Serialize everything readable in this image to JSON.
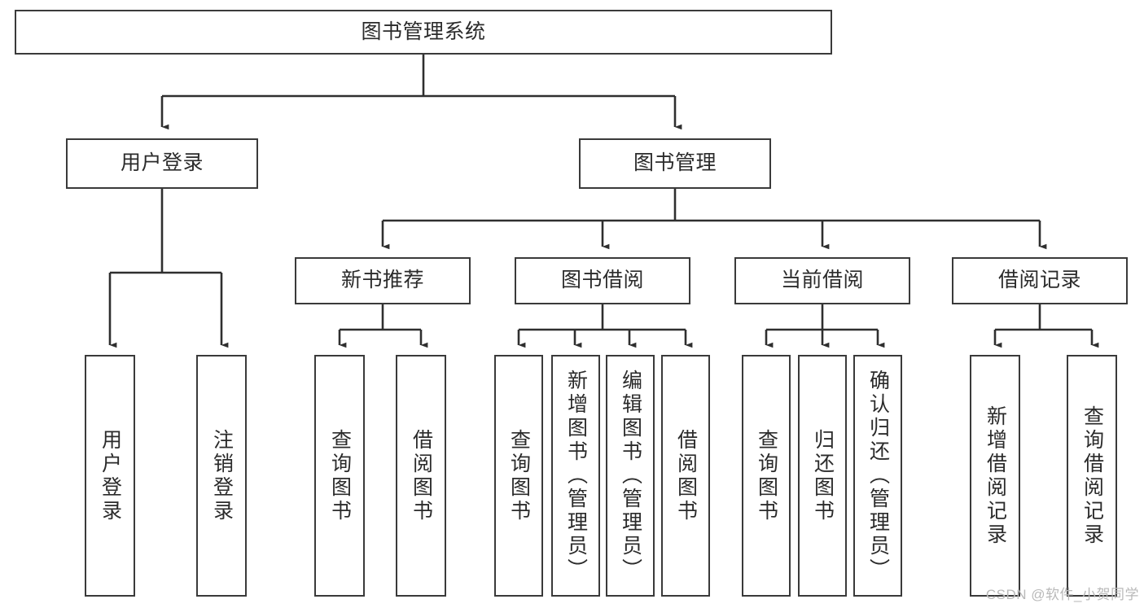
{
  "diagram": {
    "type": "hierarchy-tree",
    "title": "图书管理系统",
    "watermark": "CSDN @软件_小贺同学",
    "colors": {
      "box_border": "#3a3a3a",
      "box_fill": "#ffffff",
      "connector": "#2f2f2f",
      "text": "#2b2b2b",
      "watermark": "#b9b9b9"
    },
    "nodes": {
      "root": {
        "label": "图书管理系统",
        "level": 0,
        "orientation": "horizontal"
      },
      "user_login": {
        "label": "用户登录",
        "level": 1,
        "orientation": "horizontal"
      },
      "book_manage": {
        "label": "图书管理",
        "level": 1,
        "orientation": "horizontal"
      },
      "new_book_rec": {
        "label": "新书推荐",
        "level": 2,
        "orientation": "horizontal"
      },
      "book_borrow": {
        "label": "图书借阅",
        "level": 2,
        "orientation": "horizontal"
      },
      "current_borrow": {
        "label": "当前借阅",
        "level": 2,
        "orientation": "horizontal"
      },
      "borrow_record": {
        "label": "借阅记录",
        "level": 2,
        "orientation": "horizontal"
      },
      "leaf_user_login": {
        "label": "用户登录",
        "level": 3,
        "orientation": "vertical"
      },
      "leaf_logout": {
        "label": "注销登录",
        "level": 3,
        "orientation": "vertical"
      },
      "leaf_query_book_1": {
        "label": "查询图书",
        "level": 3,
        "orientation": "vertical"
      },
      "leaf_borrow_book_1": {
        "label": "借阅图书",
        "level": 3,
        "orientation": "vertical"
      },
      "leaf_query_book_2": {
        "label": "查询图书",
        "level": 3,
        "orientation": "vertical"
      },
      "leaf_add_book": {
        "label": "新增图书（管理员）",
        "level": 3,
        "orientation": "vertical"
      },
      "leaf_edit_book": {
        "label": "编辑图书（管理员）",
        "level": 3,
        "orientation": "vertical"
      },
      "leaf_borrow_book_2": {
        "label": "借阅图书",
        "level": 3,
        "orientation": "vertical"
      },
      "leaf_query_book_3": {
        "label": "查询图书",
        "level": 3,
        "orientation": "vertical"
      },
      "leaf_return_book": {
        "label": "归还图书",
        "level": 3,
        "orientation": "vertical"
      },
      "leaf_confirm_return": {
        "label": "确认归还（管理员）",
        "level": 3,
        "orientation": "vertical"
      },
      "leaf_add_record": {
        "label": "新增借阅记录",
        "level": 3,
        "orientation": "vertical"
      },
      "leaf_query_record": {
        "label": "查询借阅记录",
        "level": 3,
        "orientation": "vertical"
      }
    },
    "edges": [
      {
        "from": "root",
        "to": "user_login"
      },
      {
        "from": "root",
        "to": "book_manage"
      },
      {
        "from": "book_manage",
        "to": "new_book_rec"
      },
      {
        "from": "book_manage",
        "to": "book_borrow"
      },
      {
        "from": "book_manage",
        "to": "current_borrow"
      },
      {
        "from": "book_manage",
        "to": "borrow_record"
      },
      {
        "from": "user_login",
        "to": "leaf_user_login"
      },
      {
        "from": "user_login",
        "to": "leaf_logout"
      },
      {
        "from": "new_book_rec",
        "to": "leaf_query_book_1"
      },
      {
        "from": "new_book_rec",
        "to": "leaf_borrow_book_1"
      },
      {
        "from": "book_borrow",
        "to": "leaf_query_book_2"
      },
      {
        "from": "book_borrow",
        "to": "leaf_add_book"
      },
      {
        "from": "book_borrow",
        "to": "leaf_edit_book"
      },
      {
        "from": "book_borrow",
        "to": "leaf_borrow_book_2"
      },
      {
        "from": "current_borrow",
        "to": "leaf_query_book_3"
      },
      {
        "from": "current_borrow",
        "to": "leaf_return_book"
      },
      {
        "from": "current_borrow",
        "to": "leaf_confirm_return"
      },
      {
        "from": "borrow_record",
        "to": "leaf_add_record"
      },
      {
        "from": "borrow_record",
        "to": "leaf_query_record"
      }
    ]
  }
}
